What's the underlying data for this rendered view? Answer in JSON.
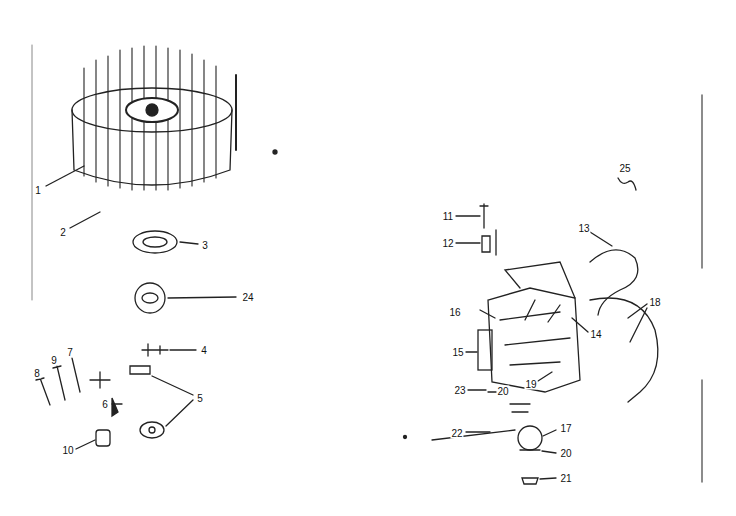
{
  "diagram": {
    "labels": [
      "1",
      "2",
      "3",
      "24",
      "4",
      "5",
      "6",
      "7",
      "8",
      "9",
      "10",
      "25",
      "11",
      "12",
      "13",
      "16",
      "14",
      "18",
      "15",
      "19",
      "23",
      "20",
      "22",
      "17",
      "20",
      "21"
    ]
  }
}
